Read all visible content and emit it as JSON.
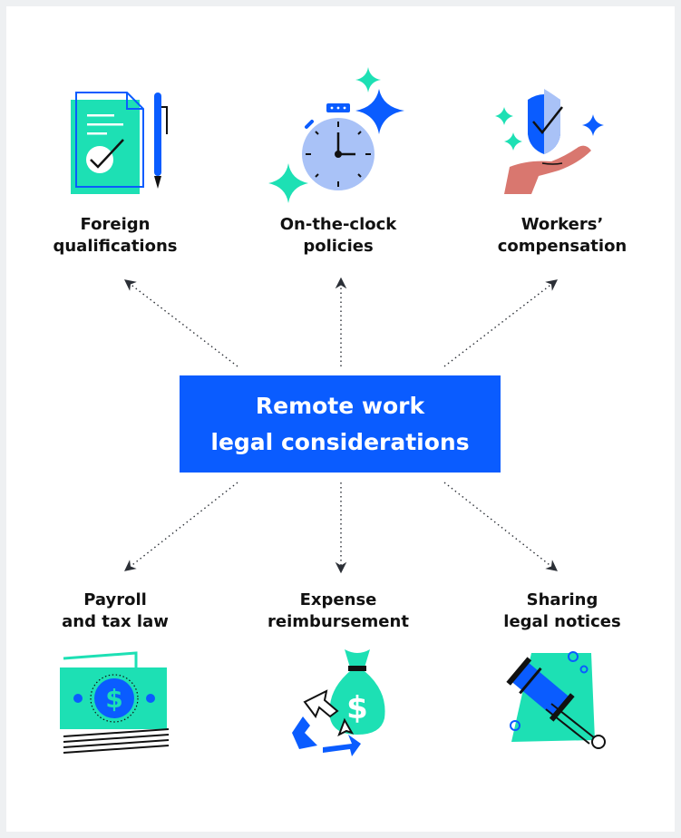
{
  "center": {
    "line1": "Remote work",
    "line2": "legal considerations"
  },
  "nodes": [
    {
      "line1": "Foreign",
      "line2": "qualifications",
      "icon": "document-with-checkmark-and-pen-icon"
    },
    {
      "line1": "On-the-clock",
      "line2": "policies",
      "icon": "stopwatch-with-sparkles-icon"
    },
    {
      "line1": "Workers’",
      "line2": "compensation",
      "icon": "hand-holding-shield-icon"
    },
    {
      "line1": "Payroll",
      "line2": "and tax law",
      "icon": "dollar-bills-icon"
    },
    {
      "line1": "Expense",
      "line2": "reimbursement",
      "icon": "money-bag-recycle-icon"
    },
    {
      "line1": "Sharing",
      "line2": "legal notices",
      "icon": "gavel-icon"
    }
  ],
  "colors": {
    "accent_blue": "#0a5cff",
    "mint": "#1de0b4",
    "light_blue": "#a9c2f7",
    "skin": "#d9776f",
    "connector": "#2b2f36"
  }
}
